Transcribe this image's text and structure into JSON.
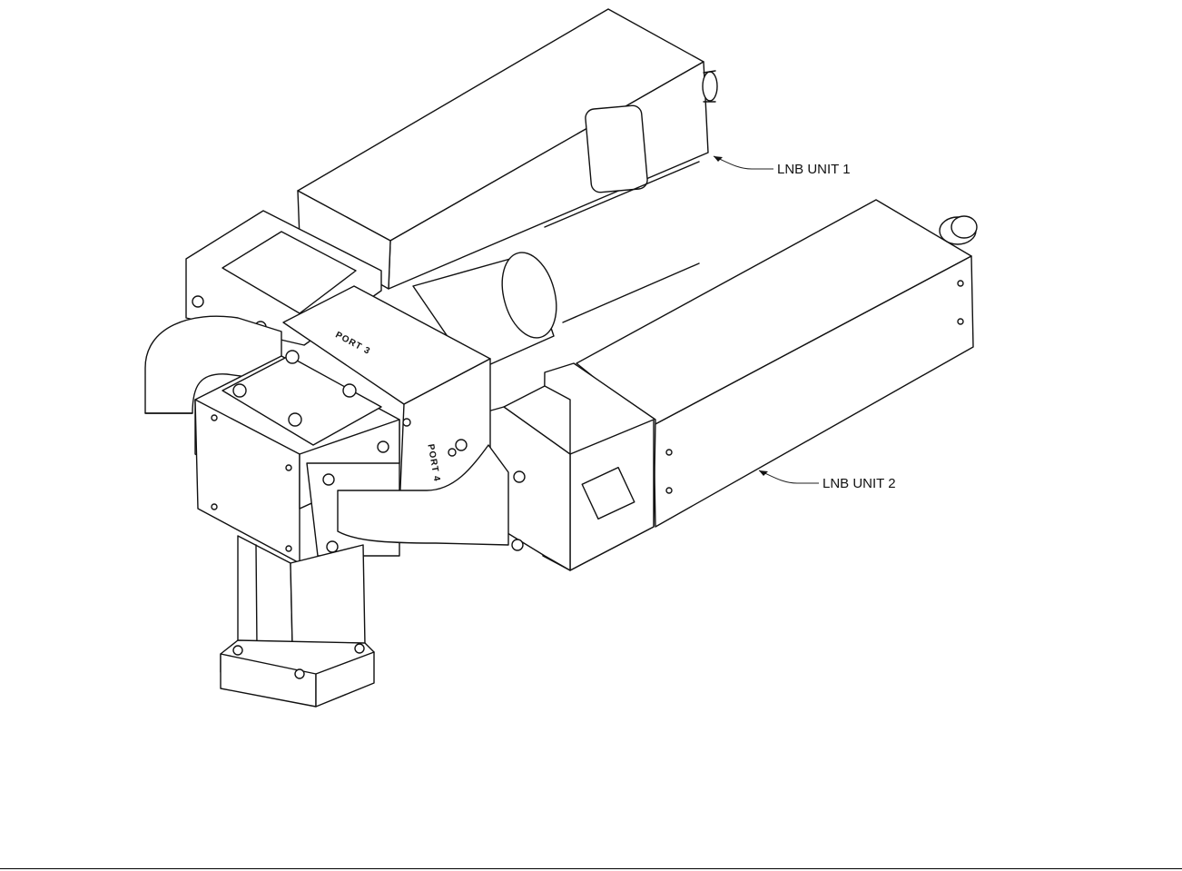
{
  "callouts": {
    "lnb_unit_1": "LNB UNIT 1",
    "lnb_unit_2": "LNB UNIT 2"
  },
  "ports": {
    "port_3": "PORT 3",
    "port_4": "PORT 4"
  },
  "colors": {
    "line": "#111111",
    "background": "#ffffff"
  }
}
